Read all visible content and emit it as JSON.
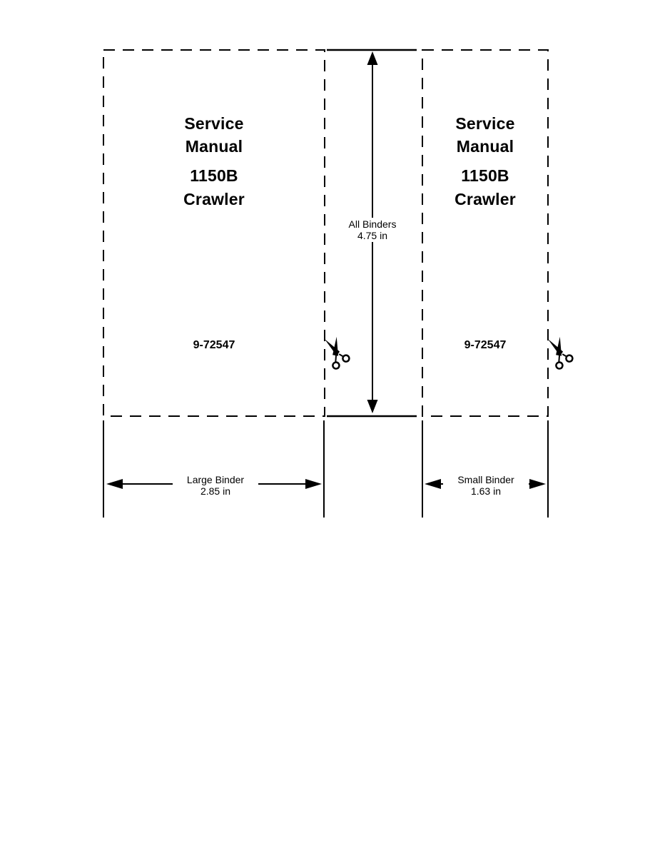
{
  "binder_labels": {
    "large": {
      "title_line1": "Service",
      "title_line2": "Manual",
      "model_line1": "1150B",
      "model_line2": "Crawler",
      "part_number": "9-72547"
    },
    "small": {
      "title_line1": "Service",
      "title_line2": "Manual",
      "model_line1": "1150B",
      "model_line2": "Crawler",
      "part_number": "9-72547"
    }
  },
  "dimensions": {
    "all_binders": {
      "name": "All Binders",
      "value": "4.75 in"
    },
    "large_binder": {
      "name": "Large Binder",
      "value": "2.85 in"
    },
    "small_binder": {
      "name": "Small Binder",
      "value": "1.63 in"
    }
  },
  "icons": {
    "cut_left": "scissors-icon",
    "cut_right": "scissors-icon"
  },
  "colors": {
    "ink": "#000000",
    "paper": "#ffffff"
  }
}
